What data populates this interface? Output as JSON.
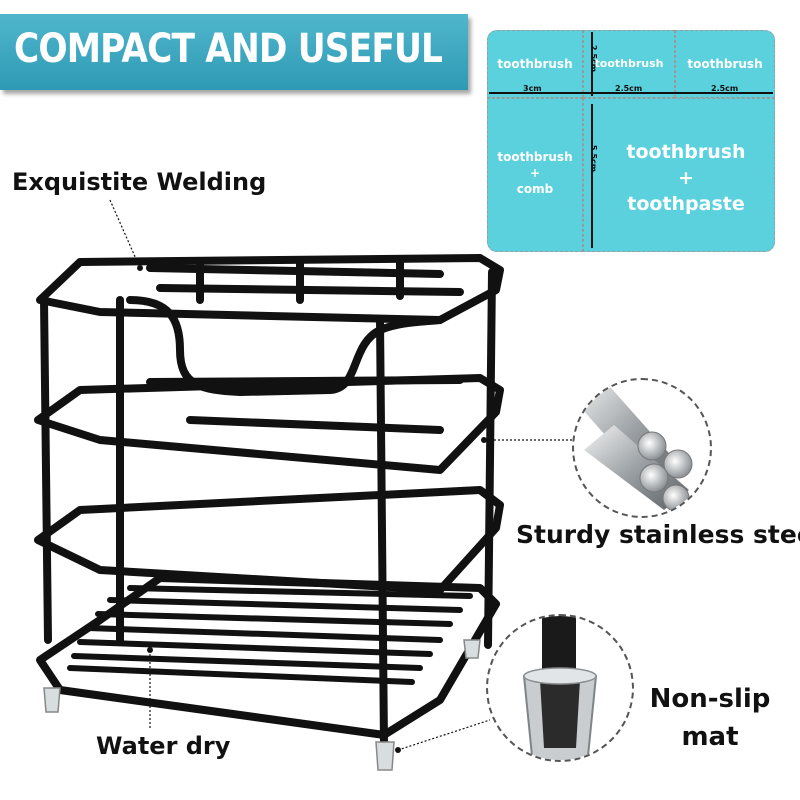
{
  "banner": {
    "title": "COMPACT AND  USEFUL",
    "color": "#3aa6c0"
  },
  "callouts": {
    "welding": "Exquistite Welding",
    "steel": "Sturdy stainless steel",
    "nonslip_line1": "Non-slip",
    "nonslip_line2": "mat",
    "water_dry": "Water dry"
  },
  "layout_diagram": {
    "fill_color": "#5bd1dd",
    "cells": {
      "c1": "toothbrush",
      "c2": "toothbrush",
      "c3": "toothbrush",
      "c4_line1": "toothbrush",
      "c4_line2": "+",
      "c4_line3": "comb",
      "c5_line1": "toothbrush",
      "c5_line2": "+",
      "c5_line3": "toothpaste"
    },
    "dimensions": {
      "width_left": "3cm",
      "width_middle": "2.5cm",
      "width_right": "2.5cm",
      "height_top": "2.5cm",
      "height_bottom": "5.5cm"
    }
  },
  "icons": {
    "rack": "toothbrush-rack-icon",
    "steel_rods": "steel-rods-icon",
    "rubber_foot": "rubber-foot-icon"
  },
  "colors": {
    "rack": "#111111",
    "accent": "#3aa6c0"
  }
}
